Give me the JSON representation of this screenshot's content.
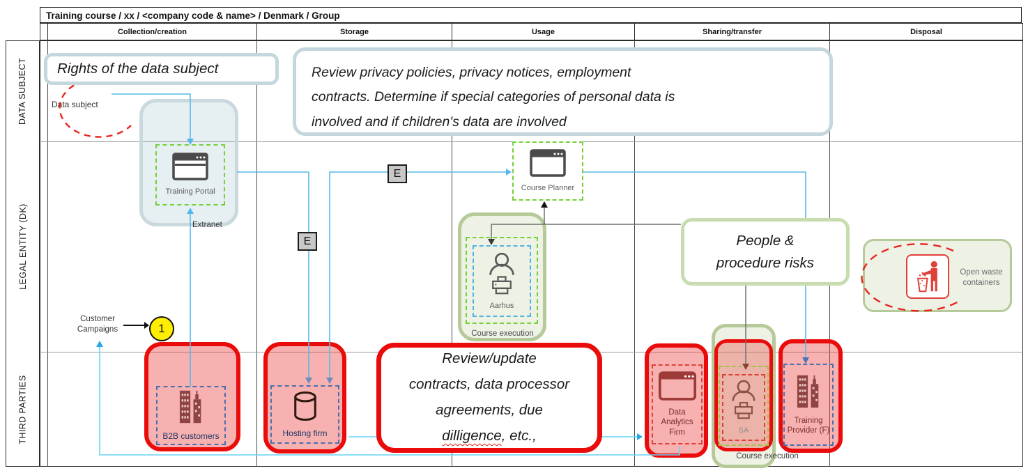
{
  "title": "Training course / xx / <company code & name> / Denmark / Group",
  "columns": [
    "Collection/creation",
    "Storage",
    "Usage",
    "Sharing/transfer",
    "Disposal"
  ],
  "rows": [
    "DATA SUBJECT",
    "LEGAL ENTITY (DK)",
    "THIRD PARTIES"
  ],
  "callouts": {
    "rights": "Rights of the data subject",
    "privacy_lines": [
      "Review privacy policies, privacy notices, employment",
      "contracts. Determine if special categories of personal data is",
      "involved and if children's data are involved"
    ],
    "people_lines": [
      "People &",
      "procedure risks"
    ],
    "contracts_lines": [
      "Review/update",
      "contracts, data processor",
      "agreements, due"
    ],
    "contracts_last_word": "dilligence",
    "contracts_last_rest": ", etc.,"
  },
  "nodes": {
    "training_portal": "Training Portal",
    "course_planner": "Course Planner",
    "aarhus": "Aarhus",
    "sa": "SA",
    "b2b": "B2B customers",
    "hosting": "Hosting firm",
    "data_analytics": "Data Analytics Firm",
    "training_provider": "Training Provider (F)",
    "waste": "Open waste containers"
  },
  "labels": {
    "data_subject": "Data subject",
    "extranet": "Extranet",
    "customer_campaigns": "Customer Campaigns",
    "course_execution_aarhus": "Course execution",
    "course_execution_sa": "Course execution"
  },
  "markers": {
    "e1": "E",
    "e2": "E",
    "badge": "1"
  },
  "colors": {
    "red_border": "#ea0b0b",
    "pink_fill": "rgba(234,60,60,0.40)",
    "green_dash": "#74d036",
    "blue_dash": "#4db3e6",
    "navy_dash": "#4a6fae",
    "line_blue": "#56b9e8",
    "line_cyan": "#66d4f5",
    "callout_teal_border": "#c3d7dc",
    "callout_green_border": "#c9dcb0",
    "badge_yellow": "#ffee00",
    "maroon_icon": "#8e4442",
    "navy_text": "#1f3864",
    "maroon_text": "#7b2d2b"
  }
}
